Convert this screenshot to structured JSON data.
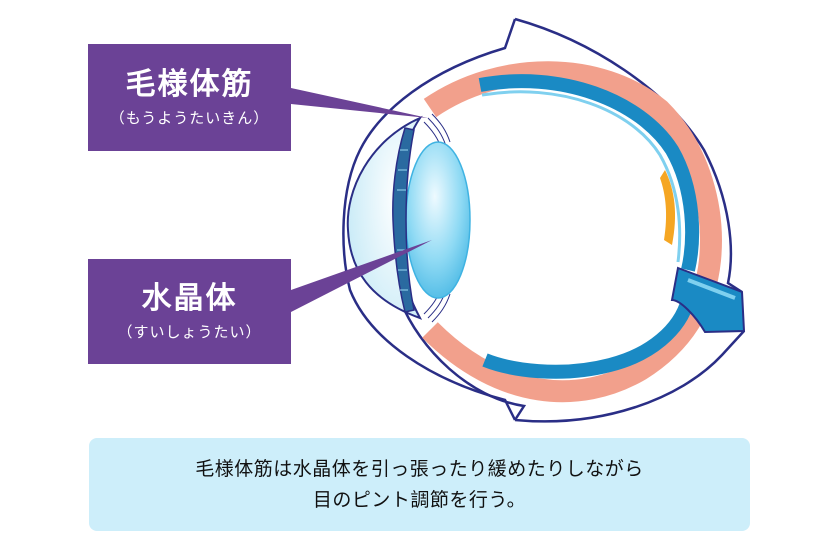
{
  "labels": {
    "ciliary_muscle": {
      "name": "毛様体筋",
      "reading": "（もうようたいきん）"
    },
    "lens": {
      "name": "水晶体",
      "reading": "（すいしょうたい）"
    }
  },
  "caption": {
    "line1": "毛様体筋は水晶体を引っ張ったり緩めたりしながら",
    "line2": "目のピント調節を行う。"
  },
  "colors": {
    "label_bg": "#6b4296",
    "sclera_outline": "#2a2e86",
    "choroid": "#f2a08c",
    "retina": "#1a8ac4",
    "lens": "#5cc6ec",
    "macula": "#f5a623",
    "caption_bg": "#cdeefa"
  }
}
